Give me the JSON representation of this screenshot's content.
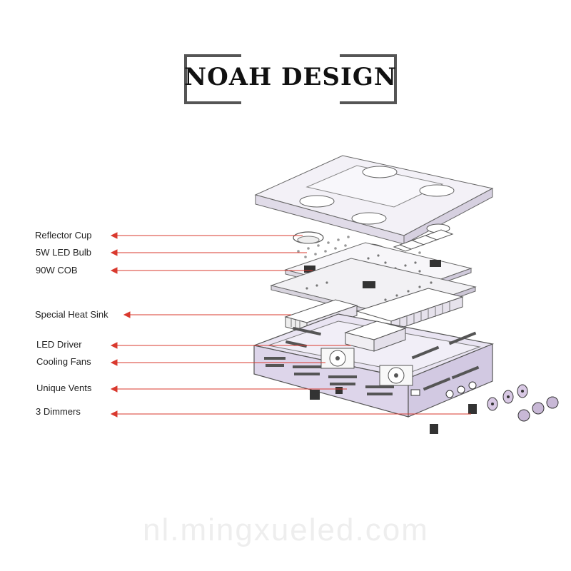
{
  "title": "NOAH DESIGN",
  "labels": [
    {
      "id": "reflector-cup",
      "text": "Reflector Cup"
    },
    {
      "id": "led-bulb",
      "text": "5W LED Bulb"
    },
    {
      "id": "cob",
      "text": "90W COB"
    },
    {
      "id": "heat-sink",
      "text": "Special Heat Sink"
    },
    {
      "id": "led-driver",
      "text": "LED Driver"
    },
    {
      "id": "cooling-fans",
      "text": "Cooling Fans"
    },
    {
      "id": "unique-vents",
      "text": "Unique Vents"
    },
    {
      "id": "dimmers",
      "text": "3 Dimmers"
    }
  ],
  "watermark": "nl.mingxueled.com",
  "colors": {
    "arrow": "#d9392e",
    "housing": "#ddd5ea",
    "outline": "#555555",
    "text": "#222222"
  }
}
